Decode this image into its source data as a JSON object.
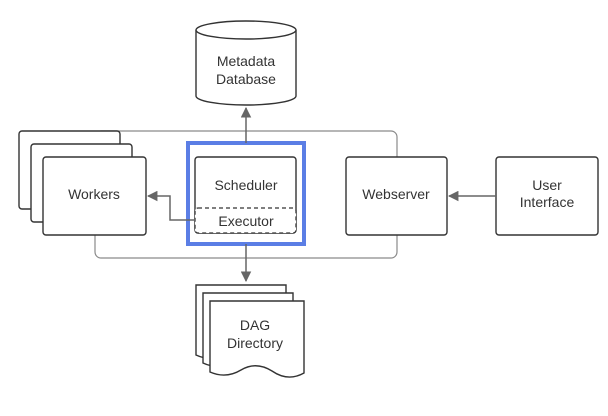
{
  "diagram": {
    "nodes": {
      "metadata_db": {
        "line1": "Metadata",
        "line2": "Database"
      },
      "workers": {
        "label": "Workers"
      },
      "scheduler": {
        "label": "Scheduler"
      },
      "executor": {
        "label": "Executor"
      },
      "webserver": {
        "label": "Webserver"
      },
      "user_interface": {
        "line1": "User",
        "line2": "Interface"
      },
      "dag_directory": {
        "line1": "DAG",
        "line2": "Directory"
      }
    },
    "highlight_color": "#5b7ee5",
    "edges": [
      {
        "from": "scheduler",
        "to": "metadata_db"
      },
      {
        "from": "executor",
        "to": "workers"
      },
      {
        "from": "scheduler",
        "to": "dag_directory"
      },
      {
        "from": "user_interface",
        "to": "webserver"
      }
    ]
  }
}
